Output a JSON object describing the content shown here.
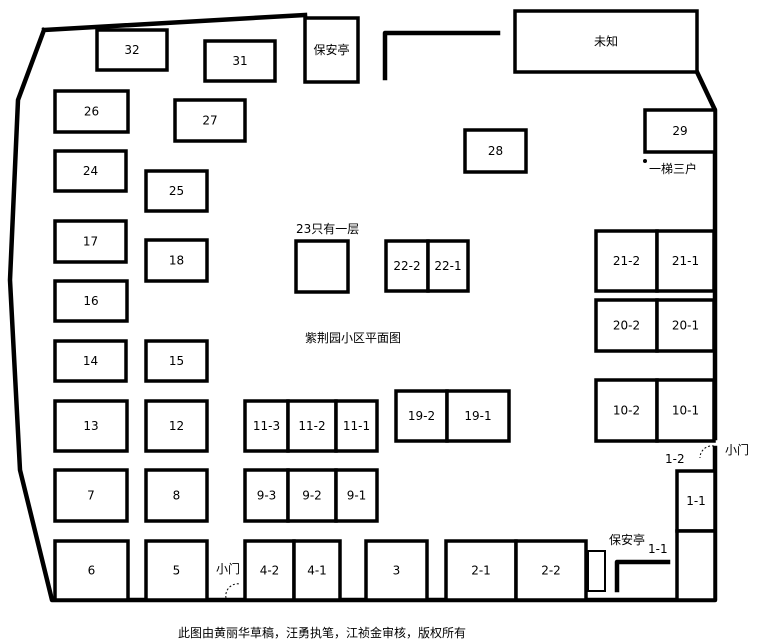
{
  "title": "紫荆园小区平面图",
  "credit": "此图由黄丽华草稿，汪勇执笔，江祯金审核，版权所有",
  "labels": {
    "only_one_floor": "23只有一层",
    "one_ladder_three": "一梯三户",
    "side_gate": "小门",
    "side_gate_bottom": "小门",
    "gate_1_2": "1-2",
    "gate_1_1": "1-1",
    "guard_bottom": "保安亭"
  },
  "buildings": [
    {
      "id": "b32",
      "label": "32"
    },
    {
      "id": "b31",
      "label": "31"
    },
    {
      "id": "guard_top",
      "label": "保安亭"
    },
    {
      "id": "unknown",
      "label": "未知"
    },
    {
      "id": "b26",
      "label": "26"
    },
    {
      "id": "b27",
      "label": "27"
    },
    {
      "id": "b29",
      "label": "29"
    },
    {
      "id": "b28",
      "label": "28"
    },
    {
      "id": "b24",
      "label": "24"
    },
    {
      "id": "b25",
      "label": "25"
    },
    {
      "id": "b17",
      "label": "17"
    },
    {
      "id": "b18",
      "label": "18"
    },
    {
      "id": "b23",
      "label": ""
    },
    {
      "id": "b22_2",
      "label": "22-2"
    },
    {
      "id": "b22_1",
      "label": "22-1"
    },
    {
      "id": "b21_2",
      "label": "21-2"
    },
    {
      "id": "b21_1",
      "label": "21-1"
    },
    {
      "id": "b16",
      "label": "16"
    },
    {
      "id": "b20_2",
      "label": "20-2"
    },
    {
      "id": "b20_1",
      "label": "20-1"
    },
    {
      "id": "b14",
      "label": "14"
    },
    {
      "id": "b15",
      "label": "15"
    },
    {
      "id": "b13",
      "label": "13"
    },
    {
      "id": "b12",
      "label": "12"
    },
    {
      "id": "b11_3",
      "label": "11-3"
    },
    {
      "id": "b11_2",
      "label": "11-2"
    },
    {
      "id": "b11_1",
      "label": "11-1"
    },
    {
      "id": "b19_2",
      "label": "19-2"
    },
    {
      "id": "b19_1",
      "label": "19-1"
    },
    {
      "id": "b10_2",
      "label": "10-2"
    },
    {
      "id": "b10_1",
      "label": "10-1"
    },
    {
      "id": "b7",
      "label": "7"
    },
    {
      "id": "b8",
      "label": "8"
    },
    {
      "id": "b9_3",
      "label": "9-3"
    },
    {
      "id": "b9_2",
      "label": "9-2"
    },
    {
      "id": "b9_1",
      "label": "9-1"
    },
    {
      "id": "b6",
      "label": "6"
    },
    {
      "id": "b5",
      "label": "5"
    },
    {
      "id": "b4_2",
      "label": "4-2"
    },
    {
      "id": "b4_1",
      "label": "4-1"
    },
    {
      "id": "b3",
      "label": "3"
    },
    {
      "id": "b2_1",
      "label": "2-1"
    },
    {
      "id": "b2_2",
      "label": "2-2"
    },
    {
      "id": "b1_1",
      "label": "1-1"
    },
    {
      "id": "b1_2_box",
      "label": ""
    },
    {
      "id": "guard_small_box",
      "label": ""
    }
  ]
}
